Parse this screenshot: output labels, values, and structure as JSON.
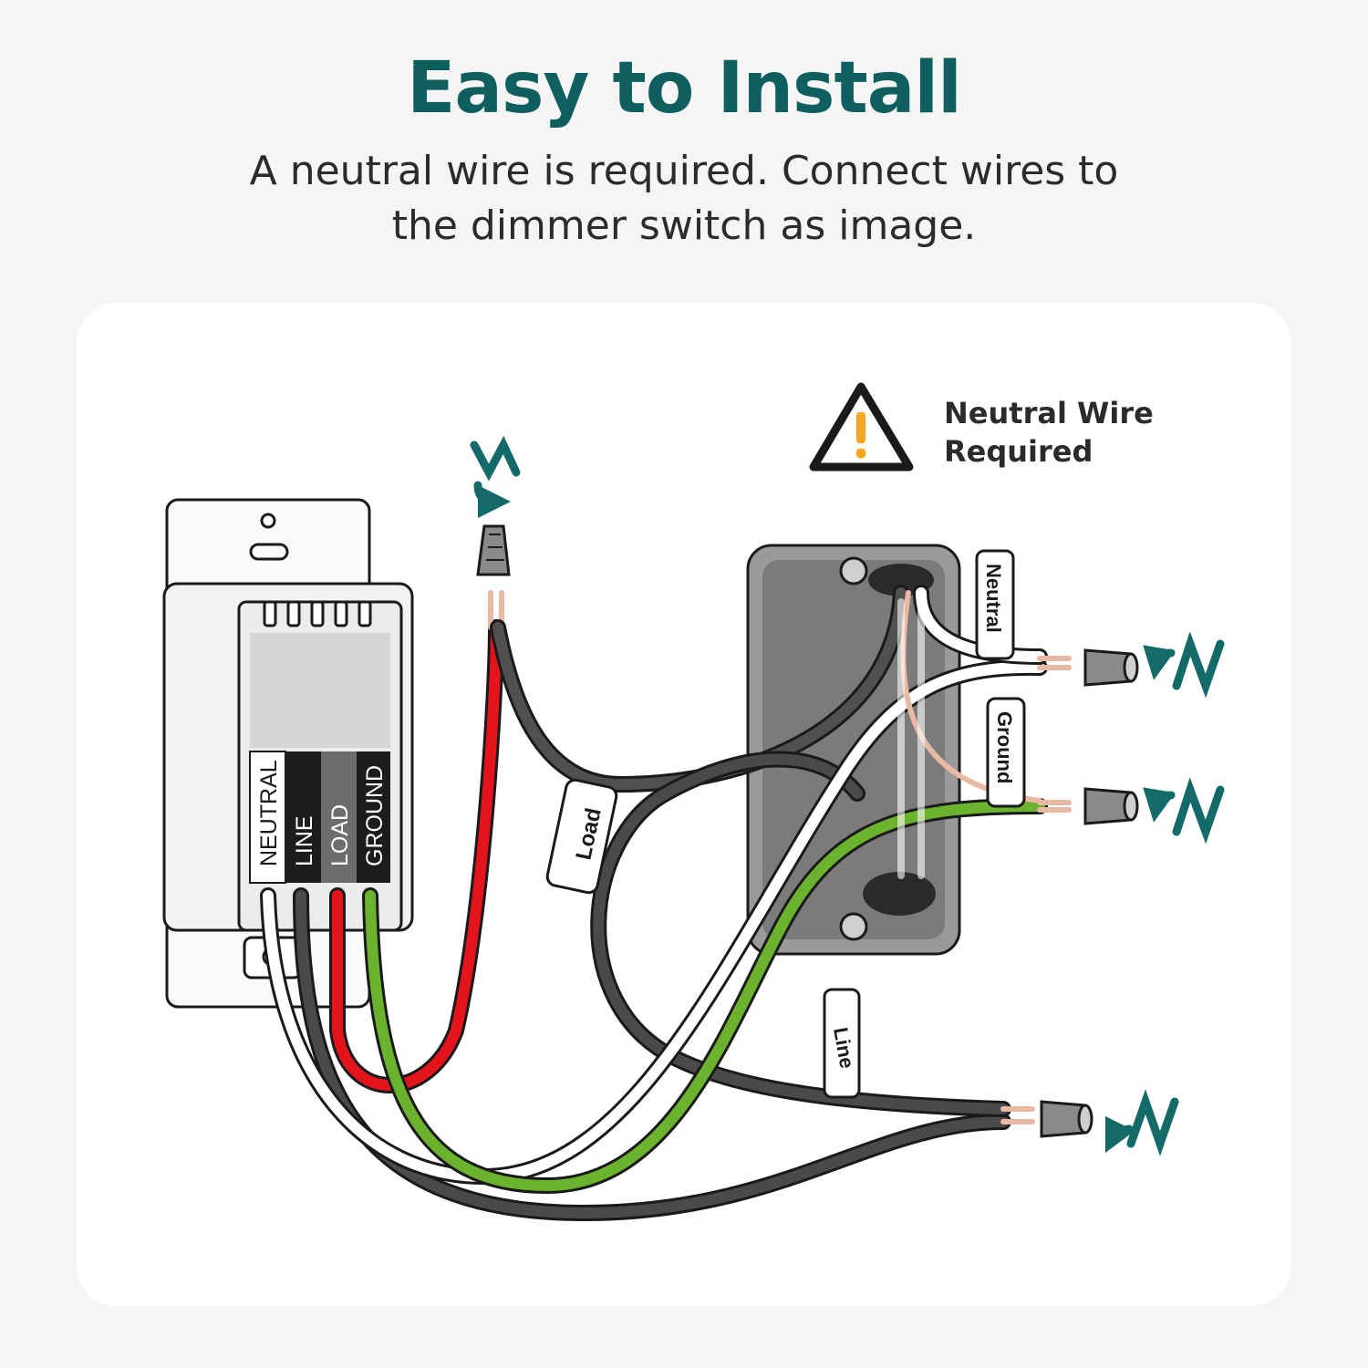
{
  "header": {
    "title": "Easy to Install",
    "subtitle_line1": "A neutral wire is required. Connect wires to",
    "subtitle_line2": "the dimmer switch as image."
  },
  "warning": {
    "icon": "warning-triangle-icon",
    "line1": "Neutral Wire",
    "line2": "Required"
  },
  "switch_terminals": [
    "NEUTRAL",
    "LINE",
    "LOAD",
    "GROUND"
  ],
  "wire_tags": {
    "load": "Load",
    "neutral": "Neutral",
    "ground": "Ground",
    "line": "Line"
  },
  "colors": {
    "title": "#0f5f60",
    "accent": "#136a68",
    "neutral_wire": "#ffffff",
    "line_wire": "#4a4a4a",
    "load_wire": "#e3141b",
    "ground_wire": "#6bb32e",
    "copper": "#e8b9a4",
    "warning": "#f5a623"
  }
}
